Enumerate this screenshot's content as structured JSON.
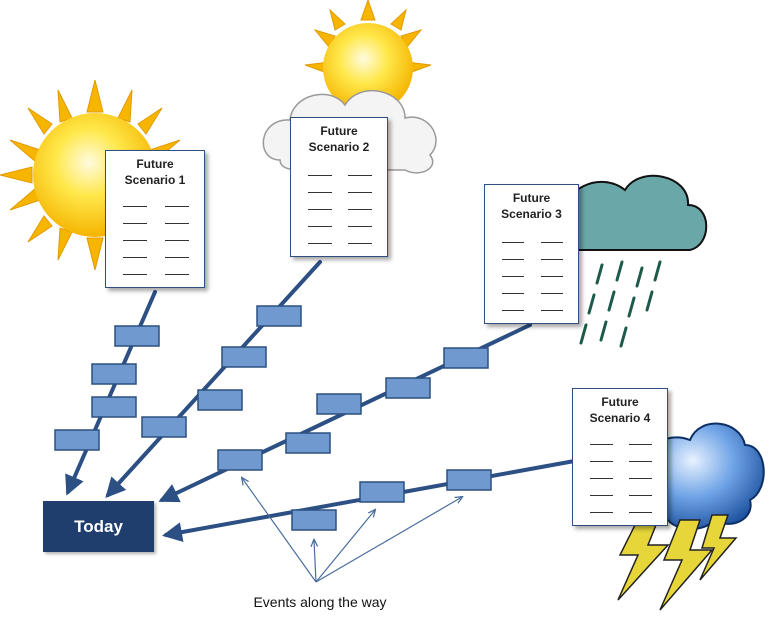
{
  "today_label": "Today",
  "caption": "Events along the way",
  "scenarios": [
    {
      "line1": "Future",
      "line2": "Scenario 1"
    },
    {
      "line1": "Future",
      "line2": "Scenario 2"
    },
    {
      "line1": "Future",
      "line2": "Scenario 3"
    },
    {
      "line1": "Future",
      "line2": "Scenario 4"
    }
  ],
  "colors": {
    "path": "#2c4f84",
    "box_fill": "#6f99cf",
    "box_stroke": "#2c5080",
    "today_fill": "#1f3e6e"
  },
  "icons": [
    "sun-icon",
    "partly-cloudy-icon",
    "rain-cloud-icon",
    "thunderstorm-icon"
  ]
}
